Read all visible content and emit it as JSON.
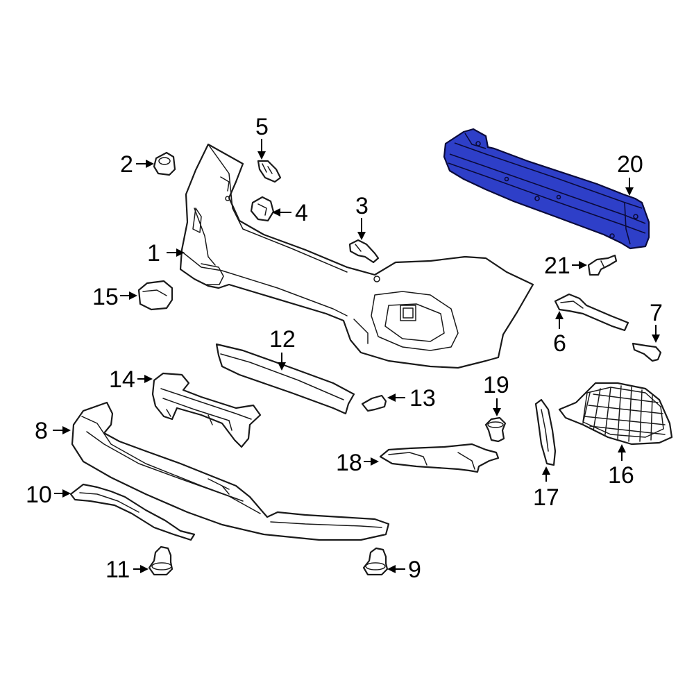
{
  "diagram": {
    "highlight_color": "#2e3fc8",
    "callouts": [
      {
        "id": "1",
        "label": "1"
      },
      {
        "id": "2",
        "label": "2"
      },
      {
        "id": "3",
        "label": "3"
      },
      {
        "id": "4",
        "label": "4"
      },
      {
        "id": "5",
        "label": "5"
      },
      {
        "id": "6",
        "label": "6"
      },
      {
        "id": "7",
        "label": "7"
      },
      {
        "id": "8",
        "label": "8"
      },
      {
        "id": "9",
        "label": "9"
      },
      {
        "id": "10",
        "label": "10"
      },
      {
        "id": "11",
        "label": "11"
      },
      {
        "id": "12",
        "label": "12"
      },
      {
        "id": "13",
        "label": "13"
      },
      {
        "id": "14",
        "label": "14"
      },
      {
        "id": "15",
        "label": "15"
      },
      {
        "id": "16",
        "label": "16"
      },
      {
        "id": "17",
        "label": "17"
      },
      {
        "id": "18",
        "label": "18"
      },
      {
        "id": "19",
        "label": "19"
      },
      {
        "id": "20",
        "label": "20"
      },
      {
        "id": "21",
        "label": "21"
      }
    ],
    "highlighted_part": "20"
  }
}
